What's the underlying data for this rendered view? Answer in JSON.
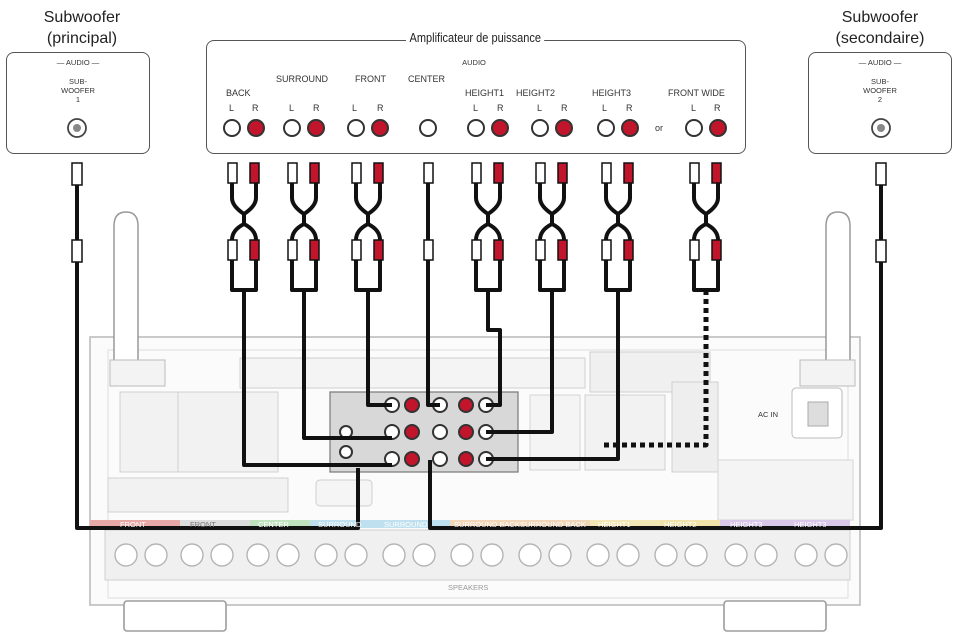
{
  "sub_left": {
    "title_line1": "Subwoofer",
    "title_line2": "(principal)",
    "audio": "— AUDIO —",
    "jack_line1": "SUB-",
    "jack_line2": "WOOFER",
    "jack_line3": "1"
  },
  "sub_right": {
    "title_line1": "Subwoofer",
    "title_line2": "(secondaire)",
    "audio": "— AUDIO —",
    "jack_line1": "SUB-",
    "jack_line2": "WOOFER",
    "jack_line3": "2"
  },
  "amp": {
    "title": "Amplificateur de puissance",
    "audio": "AUDIO",
    "or_label": "or",
    "channels": [
      {
        "name": "BACK",
        "l": "L",
        "r": "R"
      },
      {
        "name": "SURROUND",
        "l": "L",
        "r": "R"
      },
      {
        "name": "FRONT",
        "l": "L",
        "r": "R"
      },
      {
        "name": "CENTER"
      },
      {
        "name": "HEIGHT1",
        "l": "L",
        "r": "R"
      },
      {
        "name": "HEIGHT2",
        "l": "L",
        "r": "R"
      },
      {
        "name": "HEIGHT3",
        "l": "L",
        "r": "R"
      },
      {
        "name": "FRONT WIDE",
        "l": "L",
        "r": "R"
      }
    ]
  },
  "receiver": {
    "terminal_labels": [
      "FRONT",
      "FRONT",
      "CENTER",
      "SURROUND",
      "SURROUND",
      "SURROUND BACK",
      "SURROUND BACK",
      "HEIGHT1",
      "HEIGHT2",
      "HEIGHT3",
      "HEIGHT3"
    ],
    "ac_in": "AC IN",
    "speakers": "SPEAKERS"
  },
  "colors": {
    "red_jack": "#c0152a",
    "cable": "#111111",
    "outline": "#555555"
  }
}
